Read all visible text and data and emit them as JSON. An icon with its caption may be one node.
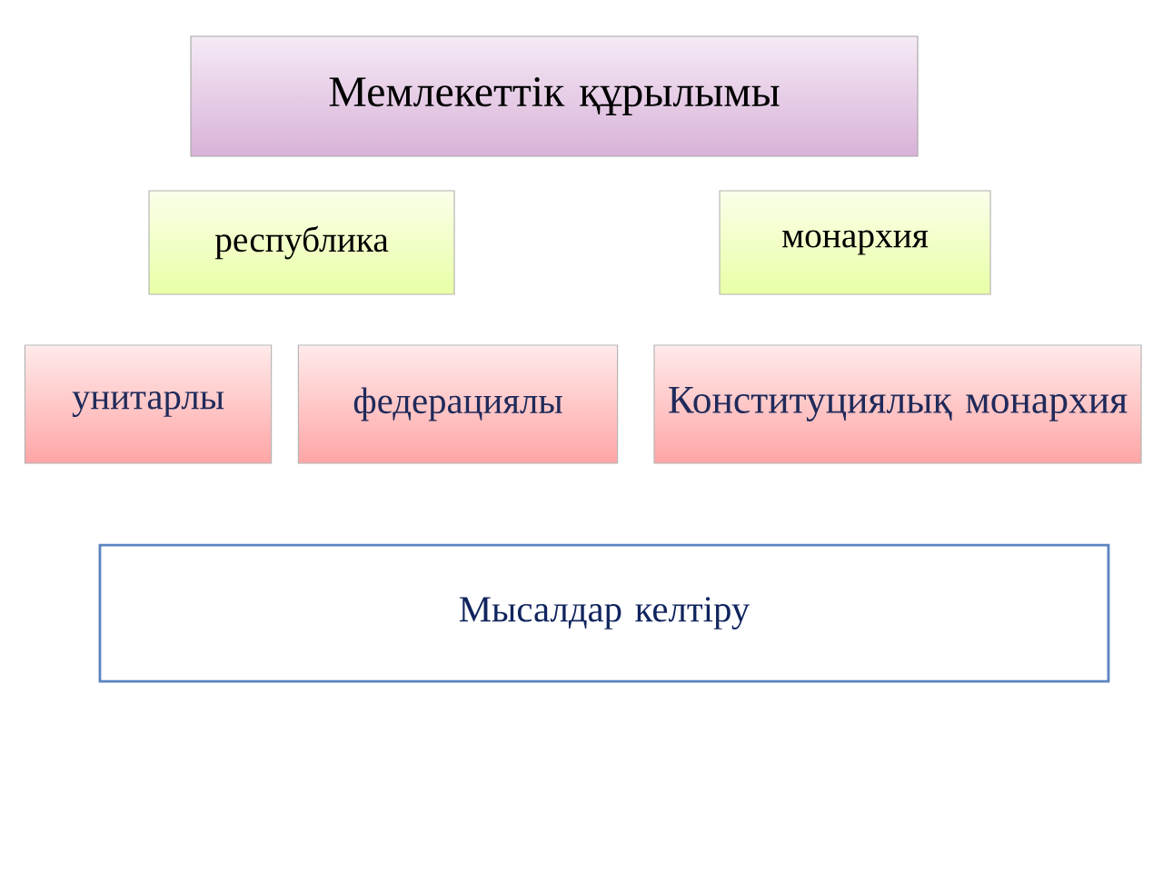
{
  "diagram": {
    "nodes": [
      {
        "text": [
          "Мемлекеттік құрылымы"
        ]
      },
      {
        "text": [
          "республика"
        ]
      },
      {
        "text": [
          "монархия"
        ]
      },
      {
        "text": [
          "унитарлы"
        ]
      },
      {
        "text": [
          "федерациялы"
        ]
      },
      {
        "text": [
          "Конституциялық монархия"
        ]
      },
      {
        "text": [
          "Мысалдар келтіру"
        ]
      }
    ]
  }
}
